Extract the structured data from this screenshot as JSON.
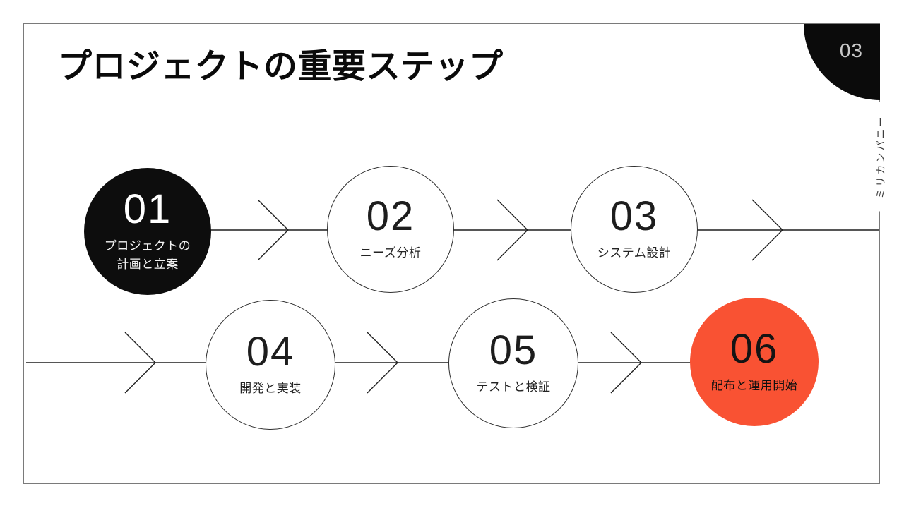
{
  "slide": {
    "title": "プロジェクトの重要ステップ",
    "page_number": "03",
    "company_name": "ミリカンパニー",
    "colors": {
      "accent_orange": "#f95233",
      "circle_black": "#0d0d0d",
      "slide_border_gray": "#7a7a7a",
      "page_number_text": "#c9c9c9",
      "line_color": "#1f1f1f"
    },
    "steps": [
      {
        "number": "01",
        "label": "プロジェクトの\n計画と立案",
        "variant": "black"
      },
      {
        "number": "02",
        "label": "ニーズ分析",
        "variant": "outline"
      },
      {
        "number": "03",
        "label": "システム設計",
        "variant": "outline"
      },
      {
        "number": "04",
        "label": "開発と実装",
        "variant": "outline"
      },
      {
        "number": "05",
        "label": "テストと検証",
        "variant": "outline"
      },
      {
        "number": "06",
        "label": "配布と運用開始",
        "variant": "orange"
      }
    ]
  }
}
